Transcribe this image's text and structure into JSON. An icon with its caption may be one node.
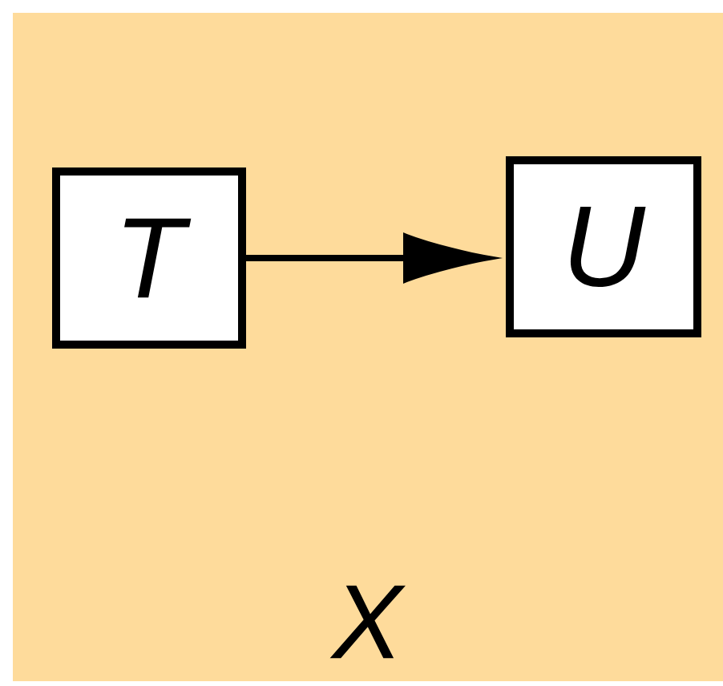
{
  "diagram": {
    "nodes": [
      {
        "text": [
          "X"
        ]
      },
      {
        "text": [
          "T"
        ],
        "in": 0
      },
      {
        "text": [
          "U"
        ],
        "in": 0
      }
    ],
    "edges": [
      {
        "from": 1,
        "to": 2,
        "arrow": "to"
      }
    ]
  }
}
